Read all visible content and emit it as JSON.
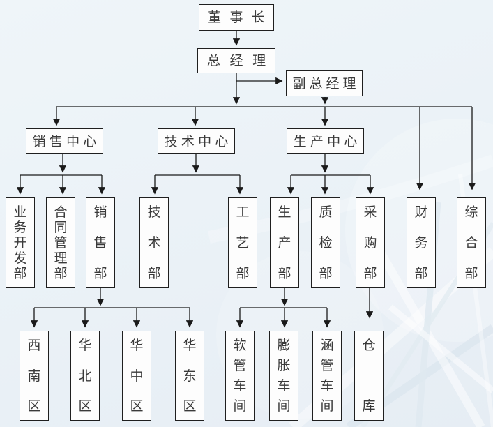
{
  "org_chart": {
    "nodes": {
      "chairman": {
        "label": "董事长"
      },
      "general_manager": {
        "label": "总经理"
      },
      "deputy_general_manager": {
        "label": "副总经理"
      },
      "sales_center": {
        "label": "销售中心"
      },
      "tech_center": {
        "label": "技术中心"
      },
      "production_center": {
        "label": "生产中心"
      },
      "business_dev_dept": {
        "label": "业务开发部"
      },
      "contract_mgmt_dept": {
        "label": "合同管理部"
      },
      "sales_dept": {
        "label": "销售部"
      },
      "tech_dept": {
        "label": "技术部"
      },
      "process_dept": {
        "label": "工艺部"
      },
      "production_dept": {
        "label": "生产部"
      },
      "quality_dept": {
        "label": "质检部"
      },
      "purchasing_dept": {
        "label": "采购部"
      },
      "finance_dept": {
        "label": "财务部"
      },
      "general_affairs_dept": {
        "label": "综合部"
      },
      "southwest_region": {
        "label": "西南区"
      },
      "north_china_region": {
        "label": "华北区"
      },
      "central_china_region": {
        "label": "华中区"
      },
      "east_china_region": {
        "label": "华东区"
      },
      "hose_workshop": {
        "label": "软管车间"
      },
      "expansion_workshop": {
        "label": "膨胀车间"
      },
      "culvert_pipe_workshop": {
        "label": "涵管车间"
      },
      "warehouse": {
        "label": "仓库"
      }
    },
    "colors": {
      "box_fill": "#fdfdfd",
      "box_border": "#1f1f1f",
      "text": "#3a3a3a",
      "connector": "#1a1a1a",
      "background": "#ebf2f7"
    }
  }
}
